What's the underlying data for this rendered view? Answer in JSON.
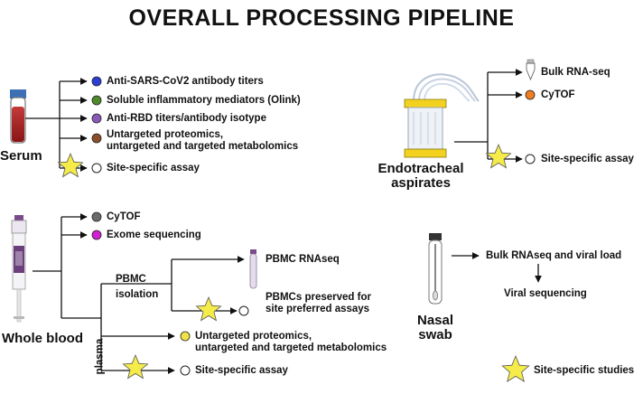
{
  "title": "OVERALL PROCESSING PIPELINE",
  "serum": {
    "label": "Serum",
    "items": [
      {
        "color": "#2b3fd6",
        "text": "Anti-SARS-CoV2 antibody titers"
      },
      {
        "color": "#4f8a2a",
        "text": "Soluble inflammatory mediators (Olink)"
      },
      {
        "color": "#8a5ab8",
        "text": "Anti-RBD titers/antibody isotype"
      },
      {
        "color": "#8a4f2a",
        "line1": "Untargeted proteomics,",
        "line2": "untargeted and targeted metabolomics"
      },
      {
        "color": "#ffffff",
        "text": "Site-specific assay"
      }
    ]
  },
  "endotracheal": {
    "line1": "Endotracheal",
    "line2": "aspirates",
    "items": [
      {
        "icon": "tube-icon",
        "text": "Bulk RNA-seq"
      },
      {
        "color": "#ef7d22",
        "text": "CyTOF"
      },
      {
        "color": "#ffffff",
        "text": "Site-specific assay"
      }
    ]
  },
  "whole_blood": {
    "label": "Whole blood",
    "items": [
      {
        "color": "#6b6b6b",
        "text": "CyTOF"
      },
      {
        "color": "#d21fd2",
        "text": "Exome sequencing"
      }
    ],
    "pbmc_isolation": {
      "line1": "PBMC",
      "line2": "isolation"
    },
    "pbmc_rnaseq": "PBMC RNAseq",
    "pbmc_preserved": {
      "line1": "PBMCs preserved for",
      "line2": "site preferred assays"
    },
    "plasma": "plasma",
    "plasma_items": [
      {
        "color": "#f2e24a",
        "line1": "Untargeted proteomics,",
        "line2": "untargeted and targeted metabolomics"
      },
      {
        "color": "#ffffff",
        "text": "Site-specific assay"
      }
    ]
  },
  "nasal": {
    "line1": "Nasal",
    "line2": "swab",
    "bulk": "Bulk RNAseq and viral load",
    "viral": "Viral sequencing"
  },
  "legend": {
    "text": "Site-specific studies",
    "star_color": "#f5ec4a"
  }
}
